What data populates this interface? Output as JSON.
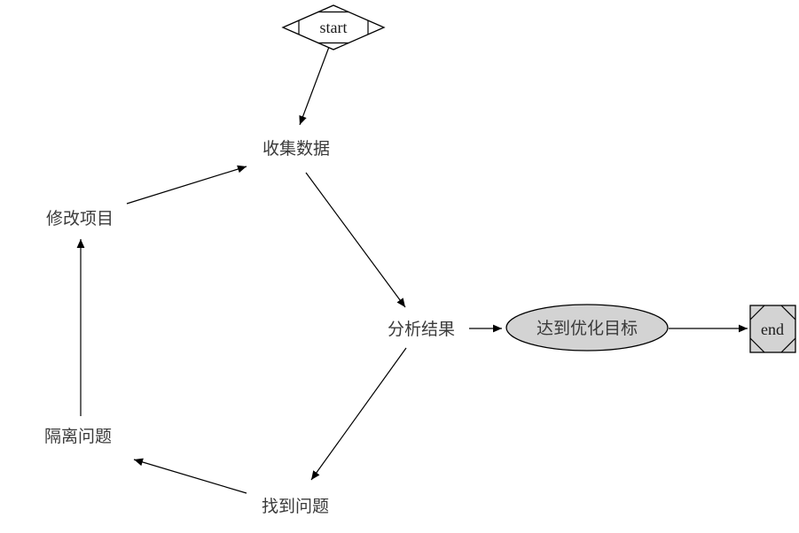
{
  "diagram": {
    "type": "flowchart",
    "background_color": "#ffffff",
    "edge_color": "#000000",
    "node_fill_color": "#d3d3d3",
    "text_color": "#3a3a3a",
    "nodes": {
      "start": {
        "label": "start",
        "shape": "Mdiamond"
      },
      "collect": {
        "label": "收集数据",
        "shape": "plaintext"
      },
      "analyze": {
        "label": "分析结果",
        "shape": "plaintext"
      },
      "goal": {
        "label": "达到优化目标",
        "shape": "ellipse",
        "fill": "#d3d3d3"
      },
      "end": {
        "label": "end",
        "shape": "Msquare",
        "fill": "#d3d3d3"
      },
      "modify": {
        "label": "修改项目",
        "shape": "plaintext"
      },
      "isolate": {
        "label": "隔离问题",
        "shape": "plaintext"
      },
      "find": {
        "label": "找到问题",
        "shape": "plaintext"
      }
    },
    "edges": [
      {
        "from": "start",
        "to": "collect"
      },
      {
        "from": "collect",
        "to": "analyze"
      },
      {
        "from": "analyze",
        "to": "goal"
      },
      {
        "from": "goal",
        "to": "end"
      },
      {
        "from": "analyze",
        "to": "find"
      },
      {
        "from": "find",
        "to": "isolate"
      },
      {
        "from": "isolate",
        "to": "modify"
      },
      {
        "from": "modify",
        "to": "collect"
      }
    ]
  }
}
